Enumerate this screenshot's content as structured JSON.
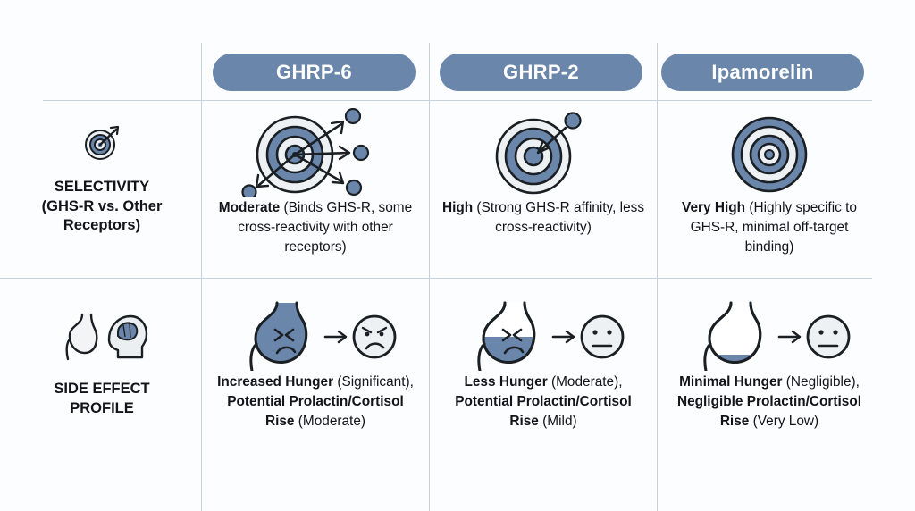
{
  "theme": {
    "background": "#fbfdfe",
    "pill_fill": "#6a86ab",
    "pill_text": "#ffffff",
    "grid_line": "#c9d2da",
    "icon_blue": "#6a86ab",
    "icon_blue_dark": "#5b779e",
    "icon_light": "#eef1f4",
    "icon_outline": "#1a1f24",
    "text": "#111418"
  },
  "table": {
    "columns": [
      {
        "id": "ghrp6",
        "label": "GHRP-6"
      },
      {
        "id": "ghrp2",
        "label": "GHRP-2"
      },
      {
        "id": "ipamorelin",
        "label": "Ipamorelin"
      }
    ],
    "rows": [
      {
        "id": "selectivity",
        "icon": "target-icon",
        "label_lines": [
          "SELECTIVITY",
          "(GHS-R vs. Other",
          "Receptors)"
        ],
        "cells": [
          {
            "id": "selectivity-ghrp6",
            "icon": "target-with-scatter-arrows-icon",
            "lead": "Moderate",
            "rest": " (Binds GHS-R, some cross-reactivity with other receptors)"
          },
          {
            "id": "selectivity-ghrp2",
            "icon": "target-with-single-arrow-icon",
            "lead": "High",
            "rest": " (Strong GHS-R affinity, less cross-reactivity)"
          },
          {
            "id": "selectivity-ipamorelin",
            "icon": "target-clean-icon",
            "lead": "Very High",
            "rest": " (Highly specific to GHS-R, minimal off-target binding)"
          }
        ]
      },
      {
        "id": "side-effect-profile",
        "icon": "stomach-and-brain-icon",
        "label_lines": [
          "SIDE EFFECT",
          "PROFILE"
        ],
        "cells": [
          {
            "id": "side-effects-ghrp6",
            "icon": "full-stomach-distressed-face-icon",
            "segments": [
              {
                "text": "Increased Hunger ",
                "bold": true
              },
              {
                "text": "(Significant), ",
                "bold": false
              },
              {
                "text": "Potential Prolactin/Cortisol Rise ",
                "bold": true
              },
              {
                "text": "(Moderate)",
                "bold": false
              }
            ]
          },
          {
            "id": "side-effects-ghrp2",
            "icon": "half-stomach-neutral-face-icon",
            "segments": [
              {
                "text": "Less Hunger ",
                "bold": true
              },
              {
                "text": "(Moderate), ",
                "bold": false
              },
              {
                "text": "Potential Prolactin/Cortisol Rise ",
                "bold": true
              },
              {
                "text": "(Mild)",
                "bold": false
              }
            ]
          },
          {
            "id": "side-effects-ipamorelin",
            "icon": "empty-stomach-neutral-face-icon",
            "segments": [
              {
                "text": "Minimal Hunger ",
                "bold": true
              },
              {
                "text": "(Negligible), ",
                "bold": false
              },
              {
                "text": "Negligible Prolactin/Cortisol Rise ",
                "bold": true
              },
              {
                "text": "(Very Low)",
                "bold": false
              }
            ]
          }
        ]
      }
    ]
  }
}
